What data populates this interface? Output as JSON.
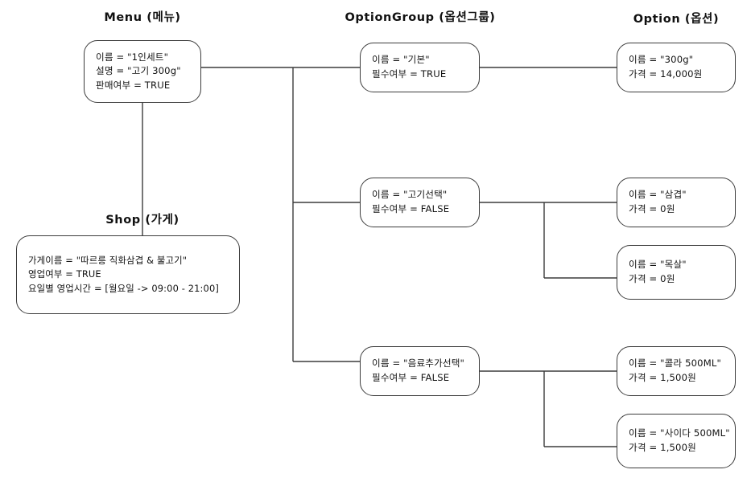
{
  "diagram": {
    "type": "entity-relationship-tree",
    "background": "#ffffff",
    "stroke": "#3c3c3c",
    "text_color": "#131313",
    "columns": [
      {
        "id": "menu",
        "title": "Menu (메뉴)"
      },
      {
        "id": "shop",
        "title": "Shop (가게)"
      },
      {
        "id": "optiongroup",
        "title": "OptionGroup (옵션그룹)"
      },
      {
        "id": "option",
        "title": "Option (옵션)"
      }
    ],
    "nodes": {
      "menu": {
        "column": "menu",
        "lines": [
          "이름 = \"1인세트\"",
          "설명 =  \"고기 300g\"",
          "판매여부 = TRUE"
        ]
      },
      "shop": {
        "column": "shop",
        "lines": [
          "가게이름 = \"따르릉 직화삼겹 & 불고기\"",
          "영업여부 =  TRUE",
          "요일별 영업시간 = [월요일 -> 09:00 - 21:00]"
        ]
      },
      "og_basic": {
        "column": "optiongroup",
        "lines": [
          "이름 = \"기본\"",
          "필수여부 = TRUE"
        ]
      },
      "og_meat": {
        "column": "optiongroup",
        "lines": [
          "이름 = \"고기선택\"",
          "필수여부 = FALSE"
        ]
      },
      "og_drink": {
        "column": "optiongroup",
        "lines": [
          "이름 = \"음료추가선택\"",
          "필수여부 = FALSE"
        ]
      },
      "opt_300g": {
        "column": "option",
        "lines": [
          "이름 = \"300g\"",
          "가격 = 14,000원"
        ]
      },
      "opt_samgyeop": {
        "column": "option",
        "lines": [
          "이름 = \"삼겹\"",
          "가격 = 0원"
        ]
      },
      "opt_moksal": {
        "column": "option",
        "lines": [
          "이름 = \"목살\"",
          "가격 = 0원"
        ]
      },
      "opt_cola": {
        "column": "option",
        "lines": [
          "이름 = \"콜라 500ML\"",
          "가격 = 1,500원"
        ]
      },
      "opt_cider": {
        "column": "option",
        "lines": [
          "이름 = \"사이다  500ML\"",
          "가격 = 1,500원"
        ]
      }
    },
    "edges": [
      {
        "from": "menu",
        "to": "shop",
        "kind": "vertical"
      },
      {
        "from": "menu",
        "to": "og_basic",
        "kind": "orthogonal"
      },
      {
        "from": "menu",
        "to": "og_meat",
        "kind": "orthogonal"
      },
      {
        "from": "menu",
        "to": "og_drink",
        "kind": "orthogonal"
      },
      {
        "from": "og_basic",
        "to": "opt_300g",
        "kind": "straight"
      },
      {
        "from": "og_meat",
        "to": "opt_samgyeop",
        "kind": "orthogonal"
      },
      {
        "from": "og_meat",
        "to": "opt_moksal",
        "kind": "orthogonal"
      },
      {
        "from": "og_drink",
        "to": "opt_cola",
        "kind": "orthogonal"
      },
      {
        "from": "og_drink",
        "to": "opt_cider",
        "kind": "orthogonal"
      }
    ]
  }
}
